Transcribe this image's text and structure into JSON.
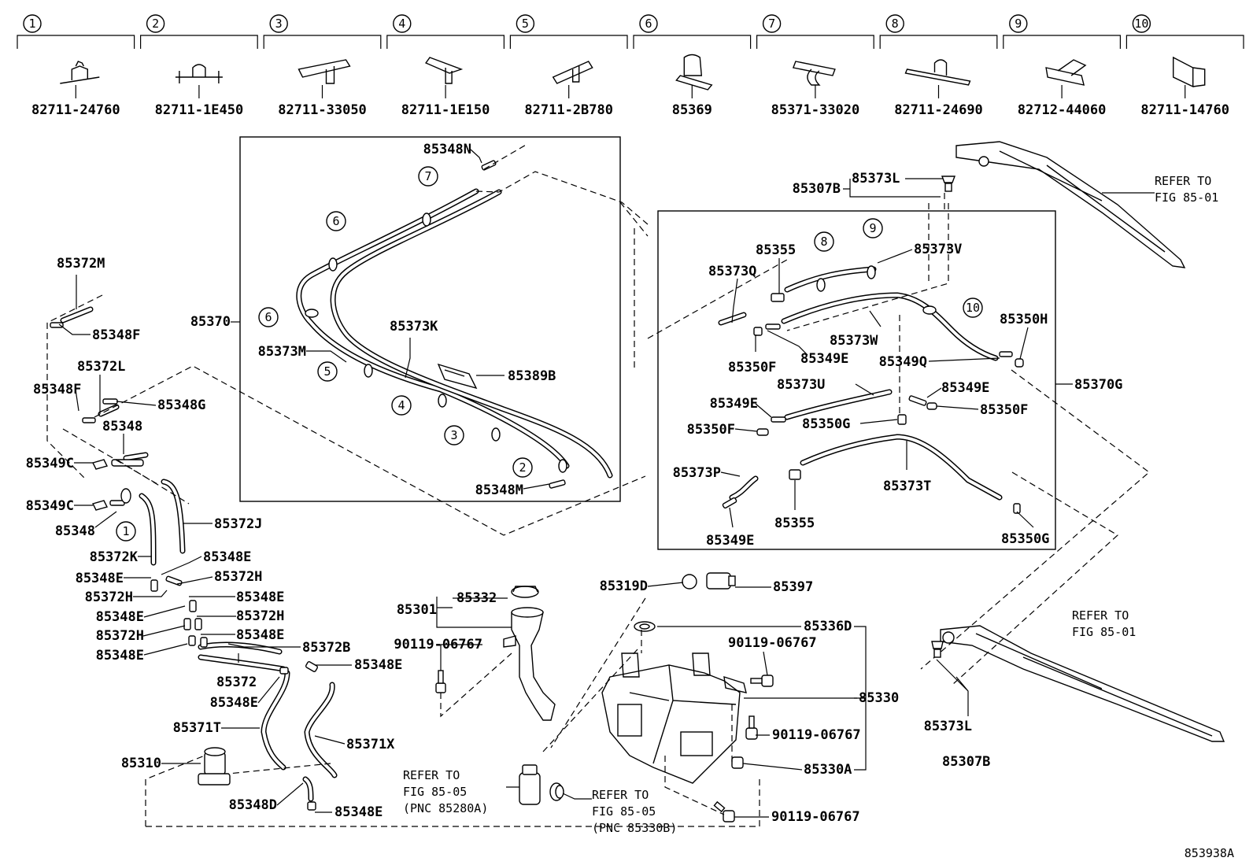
{
  "header_parts": [
    {
      "num": "1",
      "pn": "82711-24760"
    },
    {
      "num": "2",
      "pn": "82711-1E450"
    },
    {
      "num": "3",
      "pn": "82711-33050"
    },
    {
      "num": "4",
      "pn": "82711-1E150"
    },
    {
      "num": "5",
      "pn": "82711-2B780"
    },
    {
      "num": "6",
      "pn": "85369"
    },
    {
      "num": "7",
      "pn": "85371-33020"
    },
    {
      "num": "8",
      "pn": "82711-24690"
    },
    {
      "num": "9",
      "pn": "82712-44060"
    },
    {
      "num": "10",
      "pn": "82711-14760"
    }
  ],
  "labels": [
    {
      "id": "85348N",
      "text": "85348N"
    },
    {
      "id": "85370",
      "text": "85370"
    },
    {
      "id": "85373K",
      "text": "85373K"
    },
    {
      "id": "85373M",
      "text": "85373M"
    },
    {
      "id": "85389B",
      "text": "85389B"
    },
    {
      "id": "85348M",
      "text": "85348M"
    },
    {
      "id": "85372M",
      "text": "85372M"
    },
    {
      "id": "85348F_a",
      "text": "85348F"
    },
    {
      "id": "85372L",
      "text": "85372L"
    },
    {
      "id": "85348F_b",
      "text": "85348F"
    },
    {
      "id": "85348G",
      "text": "85348G"
    },
    {
      "id": "85348_a",
      "text": "85348"
    },
    {
      "id": "85349C_a",
      "text": "85349C"
    },
    {
      "id": "85349C_b",
      "text": "85349C"
    },
    {
      "id": "85348_b",
      "text": "85348"
    },
    {
      "id": "85372J",
      "text": "85372J"
    },
    {
      "id": "85372K",
      "text": "85372K"
    },
    {
      "id": "85348E_1",
      "text": "85348E"
    },
    {
      "id": "85348E_2",
      "text": "85348E"
    },
    {
      "id": "85372H_1",
      "text": "85372H"
    },
    {
      "id": "85372H_2",
      "text": "85372H"
    },
    {
      "id": "85348E_3",
      "text": "85348E"
    },
    {
      "id": "85348E_4",
      "text": "85348E"
    },
    {
      "id": "85372H_3",
      "text": "85372H"
    },
    {
      "id": "85372H_4",
      "text": "85372H"
    },
    {
      "id": "85348E_5",
      "text": "85348E"
    },
    {
      "id": "85348E_6",
      "text": "85348E"
    },
    {
      "id": "85372B",
      "text": "85372B"
    },
    {
      "id": "85348E_7",
      "text": "85348E"
    },
    {
      "id": "85372",
      "text": "85372"
    },
    {
      "id": "85348E_8",
      "text": "85348E"
    },
    {
      "id": "85371T",
      "text": "85371T"
    },
    {
      "id": "85371X",
      "text": "85371X"
    },
    {
      "id": "85310",
      "text": "85310"
    },
    {
      "id": "85348D",
      "text": "85348D"
    },
    {
      "id": "85348E_9",
      "text": "85348E"
    },
    {
      "id": "85301",
      "text": "85301"
    },
    {
      "id": "85332",
      "text": "85332"
    },
    {
      "id": "90119_a",
      "text": "90119-06767"
    },
    {
      "id": "85319D",
      "text": "85319D"
    },
    {
      "id": "85397",
      "text": "85397"
    },
    {
      "id": "85336D",
      "text": "85336D"
    },
    {
      "id": "90119_b",
      "text": "90119-06767"
    },
    {
      "id": "85330",
      "text": "85330"
    },
    {
      "id": "90119_c",
      "text": "90119-06767"
    },
    {
      "id": "85330A",
      "text": "85330A"
    },
    {
      "id": "90119_d",
      "text": "90119-06767"
    },
    {
      "id": "85307B_a",
      "text": "85307B"
    },
    {
      "id": "85373L_a",
      "text": "85373L"
    },
    {
      "id": "85355_a",
      "text": "85355"
    },
    {
      "id": "85373Q",
      "text": "85373Q"
    },
    {
      "id": "85373V",
      "text": "85373V"
    },
    {
      "id": "85350H",
      "text": "85350H"
    },
    {
      "id": "85373W",
      "text": "85373W"
    },
    {
      "id": "85349E_a",
      "text": "85349E"
    },
    {
      "id": "85350F_a",
      "text": "85350F"
    },
    {
      "id": "85349Q",
      "text": "85349Q"
    },
    {
      "id": "85373U",
      "text": "85373U"
    },
    {
      "id": "85349E_b",
      "text": "85349E"
    },
    {
      "id": "85349E_c",
      "text": "85349E"
    },
    {
      "id": "85370G",
      "text": "85370G"
    },
    {
      "id": "85350F_b",
      "text": "85350F"
    },
    {
      "id": "85350G_a",
      "text": "85350G"
    },
    {
      "id": "85350F_c",
      "text": "85350F"
    },
    {
      "id": "85373P",
      "text": "85373P"
    },
    {
      "id": "85373T",
      "text": "85373T"
    },
    {
      "id": "85355_b",
      "text": "85355"
    },
    {
      "id": "85349E_d",
      "text": "85349E"
    },
    {
      "id": "85350G_b",
      "text": "85350G"
    },
    {
      "id": "85373L_b",
      "text": "85373L"
    },
    {
      "id": "85307B_b",
      "text": "85307B"
    }
  ],
  "refer_notes": [
    {
      "id": "ref_top",
      "lines": [
        "REFER TO",
        "FIG 85-01"
      ]
    },
    {
      "id": "ref_right",
      "lines": [
        "REFER TO",
        "FIG 85-01"
      ]
    },
    {
      "id": "ref_pump",
      "lines": [
        "REFER TO",
        "FIG 85-05",
        "(PNC 85280A)"
      ]
    },
    {
      "id": "ref_grommet",
      "lines": [
        "REFER TO",
        "FIG 85-05",
        "(PNC 85330B)"
      ]
    }
  ],
  "callouts": [
    {
      "id": "c7",
      "num": "7"
    },
    {
      "id": "c6a",
      "num": "6"
    },
    {
      "id": "c6b",
      "num": "6"
    },
    {
      "id": "c5",
      "num": "5"
    },
    {
      "id": "c4",
      "num": "4"
    },
    {
      "id": "c3",
      "num": "3"
    },
    {
      "id": "c2",
      "num": "2"
    },
    {
      "id": "c1",
      "num": "1"
    },
    {
      "id": "c8",
      "num": "8"
    },
    {
      "id": "c9",
      "num": "9"
    },
    {
      "id": "c10",
      "num": "10"
    }
  ],
  "figure_id": "853938A"
}
